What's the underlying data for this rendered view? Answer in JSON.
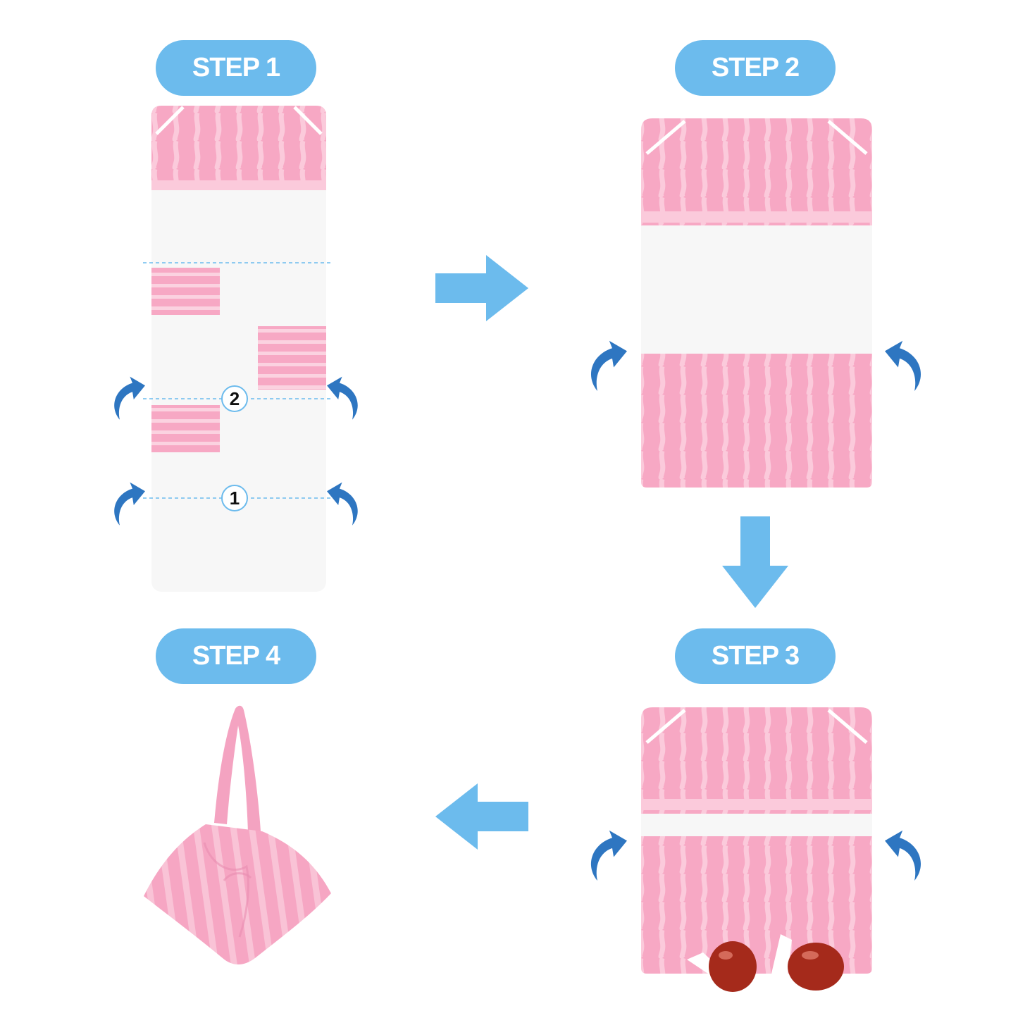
{
  "steps": [
    {
      "label": "STEP 1"
    },
    {
      "label": "STEP 2"
    },
    {
      "label": "STEP 3"
    },
    {
      "label": "STEP 4"
    }
  ],
  "fold_markers": {
    "first": "1",
    "second": "2"
  },
  "colors": {
    "accent": "#6cbbed",
    "arrow": "#2e76c1",
    "pink": "#f7a8c4",
    "pink_stripe": "#fbcadb",
    "towel": "#f7f7f7",
    "accessory": "#a52a1b"
  },
  "icons": [
    "arrow-right-icon",
    "arrow-down-icon",
    "arrow-left-icon",
    "curved-up-arrow-icon"
  ]
}
